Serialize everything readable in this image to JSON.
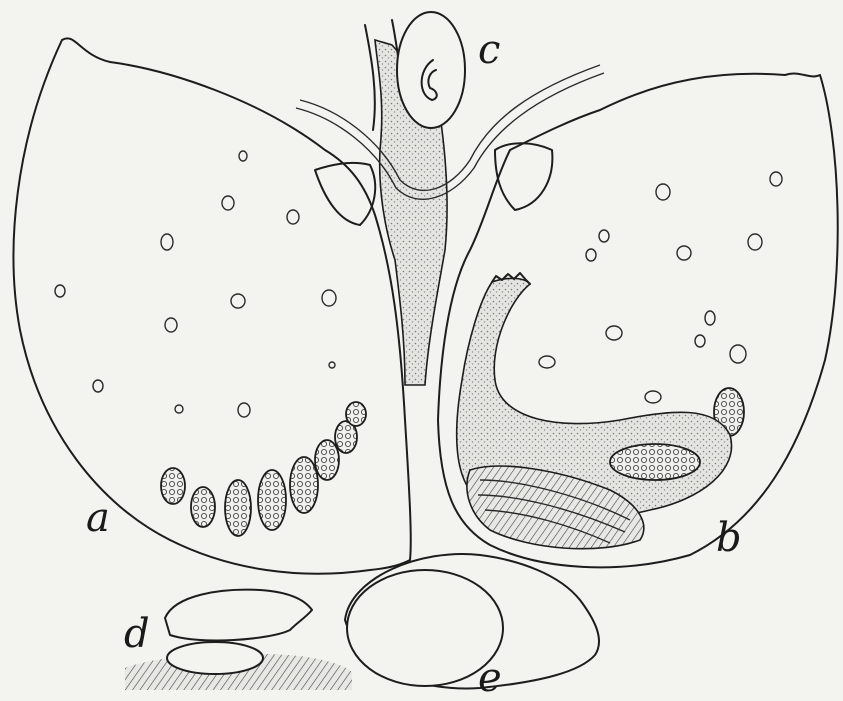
{
  "figure": {
    "labels": {
      "a": "a",
      "b": "b",
      "c": "c",
      "d": "d",
      "e": "e"
    },
    "colors": {
      "background": "#f3f4f0",
      "ink": "#1d1d1d",
      "stipple": "#8a8a8a"
    }
  }
}
